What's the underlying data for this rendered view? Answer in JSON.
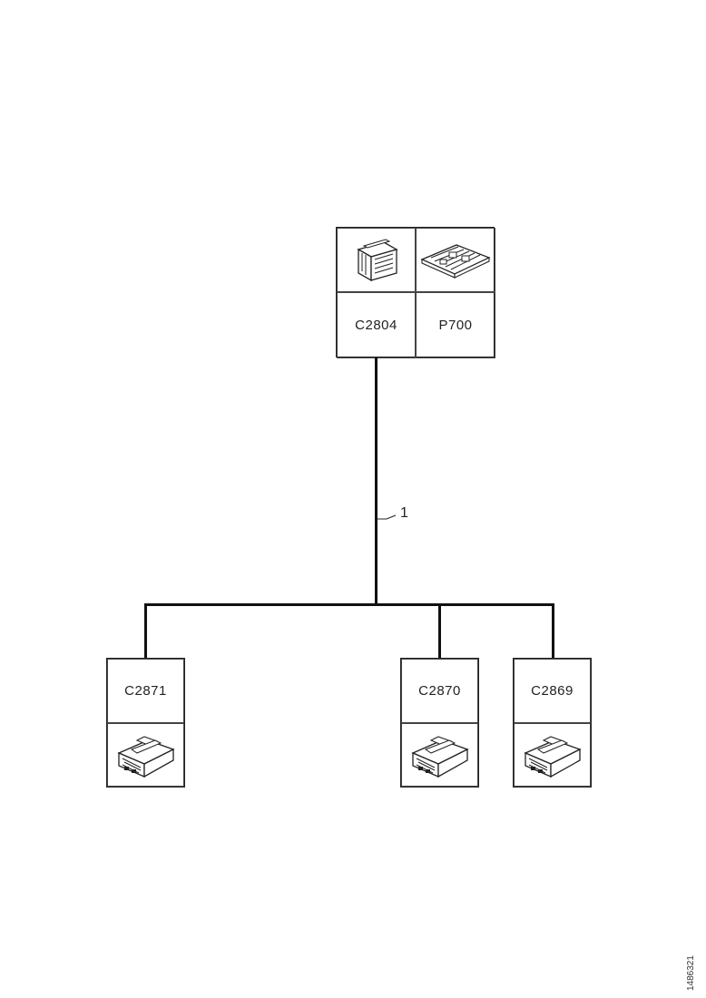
{
  "top_connector": {
    "left_code": "C2804",
    "right_code": "P700",
    "left_icon": "connector-housing-icon",
    "right_icon": "circuit-board-icon"
  },
  "harness_label": "1",
  "bottom_connectors": [
    {
      "code": "C2871",
      "icon": "connector-plug-icon"
    },
    {
      "code": "C2870",
      "icon": "connector-plug-icon"
    },
    {
      "code": "C2869",
      "icon": "connector-plug-icon"
    }
  ],
  "document_id": "1486321"
}
